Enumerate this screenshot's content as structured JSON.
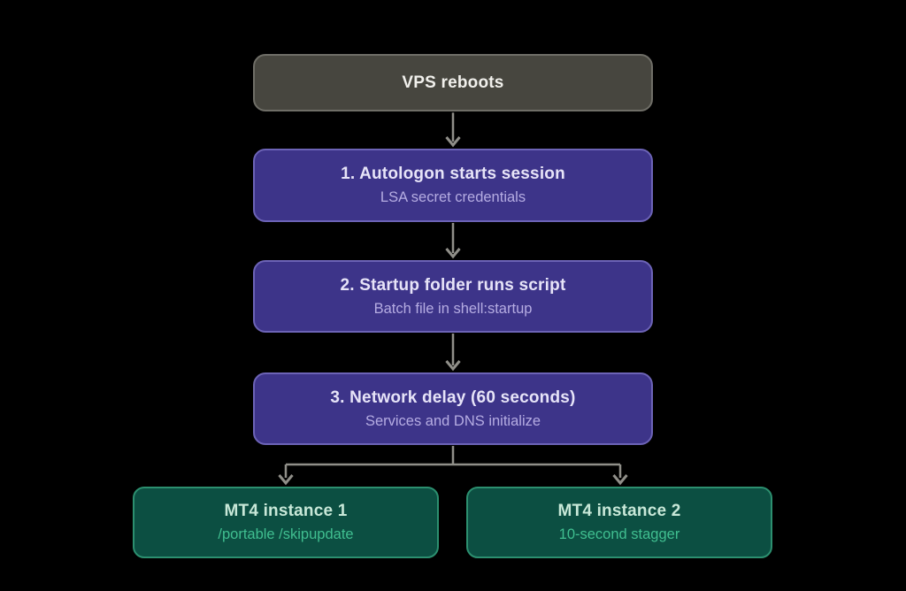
{
  "diagram": {
    "type": "flowchart",
    "background_color": "#000000",
    "nodes": [
      {
        "id": "vps-reboots",
        "title": "VPS reboots",
        "subtitle": "",
        "style": "gray"
      },
      {
        "id": "autologon",
        "title": "1. Autologon starts session",
        "subtitle": "LSA secret credentials",
        "style": "purple"
      },
      {
        "id": "startup-folder",
        "title": "2. Startup folder runs script",
        "subtitle": "Batch file in shell:startup",
        "style": "purple"
      },
      {
        "id": "network-delay",
        "title": "3. Network delay (60 seconds)",
        "subtitle": "Services and DNS initialize",
        "style": "purple"
      },
      {
        "id": "mt4-instance-1",
        "title": "MT4 instance 1",
        "subtitle": "/portable /skipupdate",
        "style": "green"
      },
      {
        "id": "mt4-instance-2",
        "title": "MT4 instance 2",
        "subtitle": "10-second stagger",
        "style": "green"
      }
    ],
    "edges": [
      {
        "from": "vps-reboots",
        "to": "autologon"
      },
      {
        "from": "autologon",
        "to": "startup-folder"
      },
      {
        "from": "startup-folder",
        "to": "network-delay"
      },
      {
        "from": "network-delay",
        "to": "mt4-instance-1"
      },
      {
        "from": "network-delay",
        "to": "mt4-instance-2"
      }
    ],
    "colors": {
      "gray_node_fill": "#47463f",
      "gray_node_border": "#6f6e67",
      "gray_node_text": "#f1f0ec",
      "purple_node_fill": "#3d3489",
      "purple_node_border": "#6c63b6",
      "purple_node_title": "#e7e4f8",
      "purple_node_subtitle": "#b5ace2",
      "green_node_fill": "#0c4f42",
      "green_node_border": "#2c8f6f",
      "green_node_title": "#c8e8d8",
      "green_node_subtitle": "#40bf90",
      "connector": "#908f89"
    }
  }
}
